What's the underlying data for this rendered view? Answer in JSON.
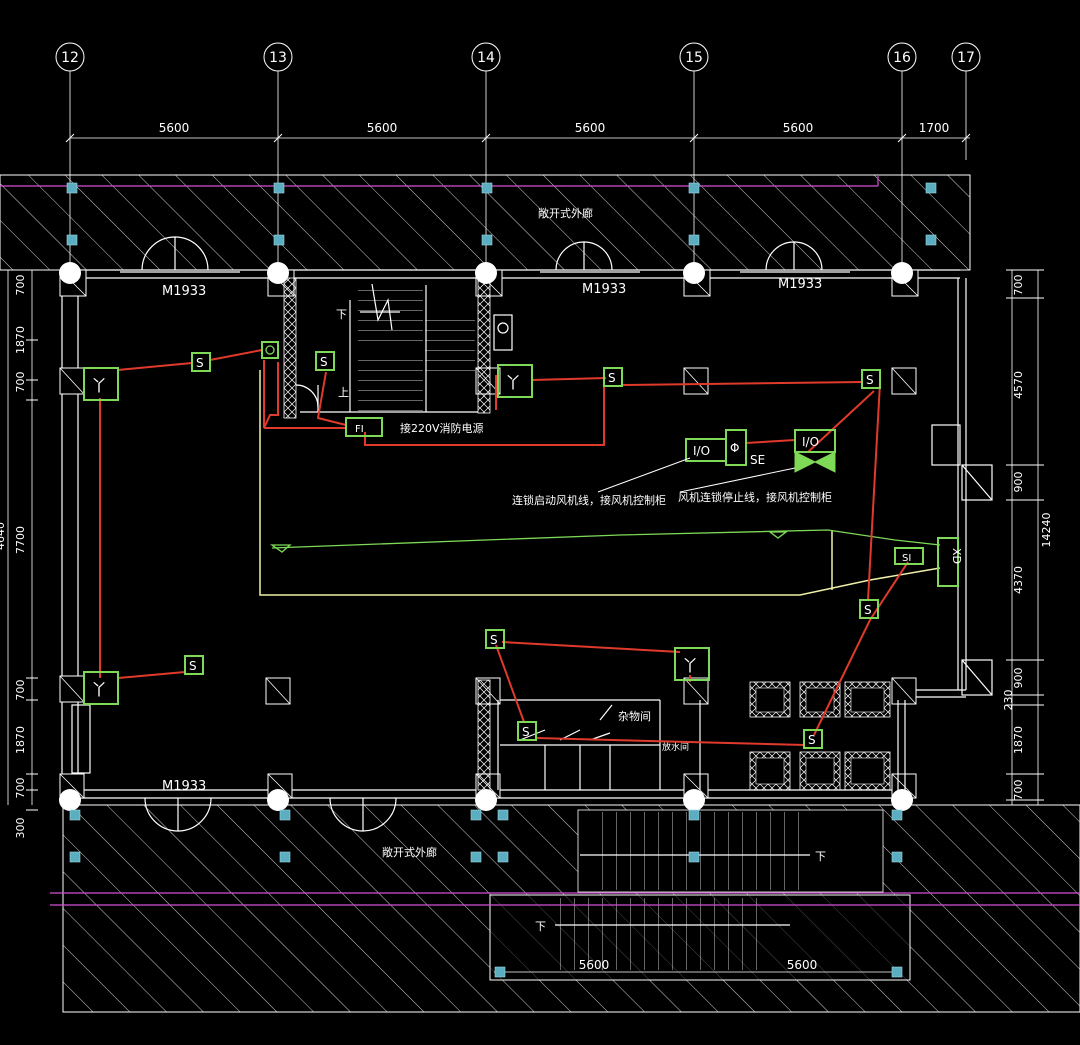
{
  "axes": [
    "12",
    "13",
    "14",
    "15",
    "16",
    "17"
  ],
  "top_dimensions": [
    "5600",
    "5600",
    "5600",
    "5600",
    "1700"
  ],
  "left_dimensions": [
    "700",
    "1870",
    "700",
    "7700",
    "4640",
    "700",
    "1870",
    "700",
    "300"
  ],
  "right_dimensions": [
    "700",
    "4570",
    "900",
    "14240",
    "4370",
    "900",
    "230",
    "1870",
    "700"
  ],
  "bottom_dimensions": [
    "5600",
    "5600"
  ],
  "door_labels": [
    "M1933",
    "M1933",
    "M1933",
    "M1933"
  ],
  "room_labels": {
    "corridor_top": "敞开式外廊",
    "corridor_bottom": "敞开式外廊",
    "storage": "杂物间",
    "small_room": "放水间"
  },
  "stair_labels": [
    "下",
    "上",
    "下",
    "下"
  ],
  "annotations": {
    "power_source": "接220V消防电源",
    "fan_start_line": "连锁启动风机线，接风机控制柜",
    "fan_stop_line": "风机连锁停止线，接风机控制柜"
  },
  "device_labels": {
    "io": "I/O",
    "phi": "Φ",
    "se": "SE",
    "fi": "FI",
    "si": "SI",
    "xd": "XD",
    "smoke": "S"
  },
  "colors": {
    "background": "#000000",
    "wall": "#ffffff",
    "wire_red": "#e03a2c",
    "device_green": "#7ed957",
    "duct_yellow": "#f0f0a8",
    "column_cyan": "#5aaec0",
    "boundary_magenta": "#d24fd2"
  }
}
